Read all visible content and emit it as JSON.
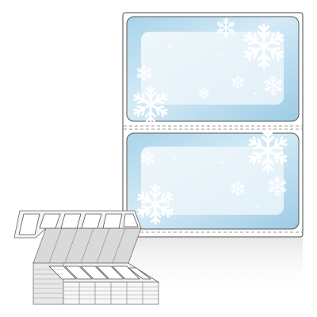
{
  "product": {
    "label_count_shown": 2,
    "label_theme": "snowflake",
    "fanfold_columns": 6
  },
  "colors": {
    "sheet_outline": "#444444",
    "perforation": "#999999",
    "frame_fill": "#cde6f3",
    "frame_deep": "#a9d3ea",
    "inner_field": "#f3f9fc",
    "snowflake": "#ffffff",
    "stack_tone": "#d9d9d9",
    "stack_edge": "#777777"
  },
  "icons": {
    "decoration": "snowflake-icon",
    "product_illustration": "fanfold-stack-icon"
  }
}
